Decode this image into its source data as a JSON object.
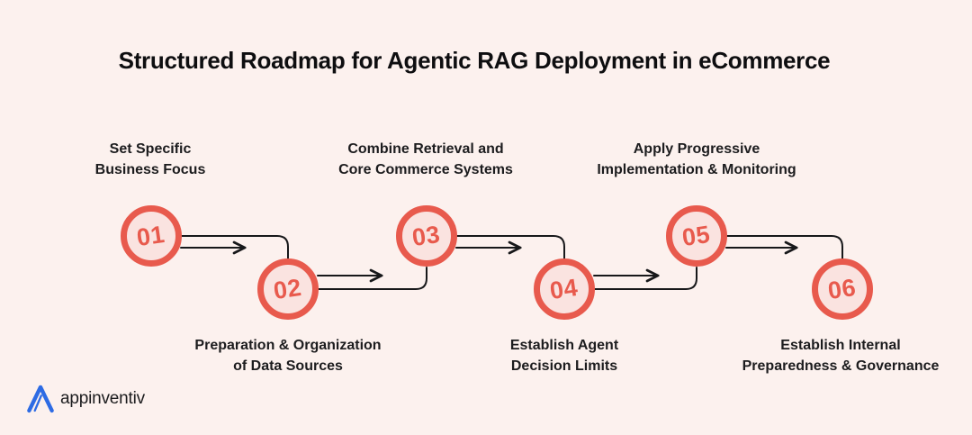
{
  "title": "Structured Roadmap for Agentic RAG Deployment in eCommerce",
  "colors": {
    "background": "#FCF1EE",
    "title_text": "#0E0E10",
    "label_text": "#1C1C1E",
    "line": "#17181A",
    "circle_ring": "#E85A4D",
    "circle_fill": "#FAE3E0",
    "number_text": "#E85A4D",
    "logo_blue": "#2D6BE4"
  },
  "steps": [
    {
      "number": "01",
      "label_line1": "Set Specific",
      "label_line2": "Business Focus",
      "label_position": "above"
    },
    {
      "number": "02",
      "label_line1": "Preparation & Organization",
      "label_line2": "of Data Sources",
      "label_position": "below"
    },
    {
      "number": "03",
      "label_line1": "Combine Retrieval and",
      "label_line2": "Core Commerce Systems",
      "label_position": "above"
    },
    {
      "number": "04",
      "label_line1": "Establish Agent",
      "label_line2": "Decision Limits",
      "label_position": "below"
    },
    {
      "number": "05",
      "label_line1": "Apply Progressive",
      "label_line2": "Implementation & Monitoring",
      "label_position": "above"
    },
    {
      "number": "06",
      "label_line1": "Establish Internal",
      "label_line2": "Preparedness & Governance",
      "label_position": "below"
    }
  ],
  "brand": {
    "name": "appinventiv",
    "icon": "appinventiv-a-icon"
  }
}
